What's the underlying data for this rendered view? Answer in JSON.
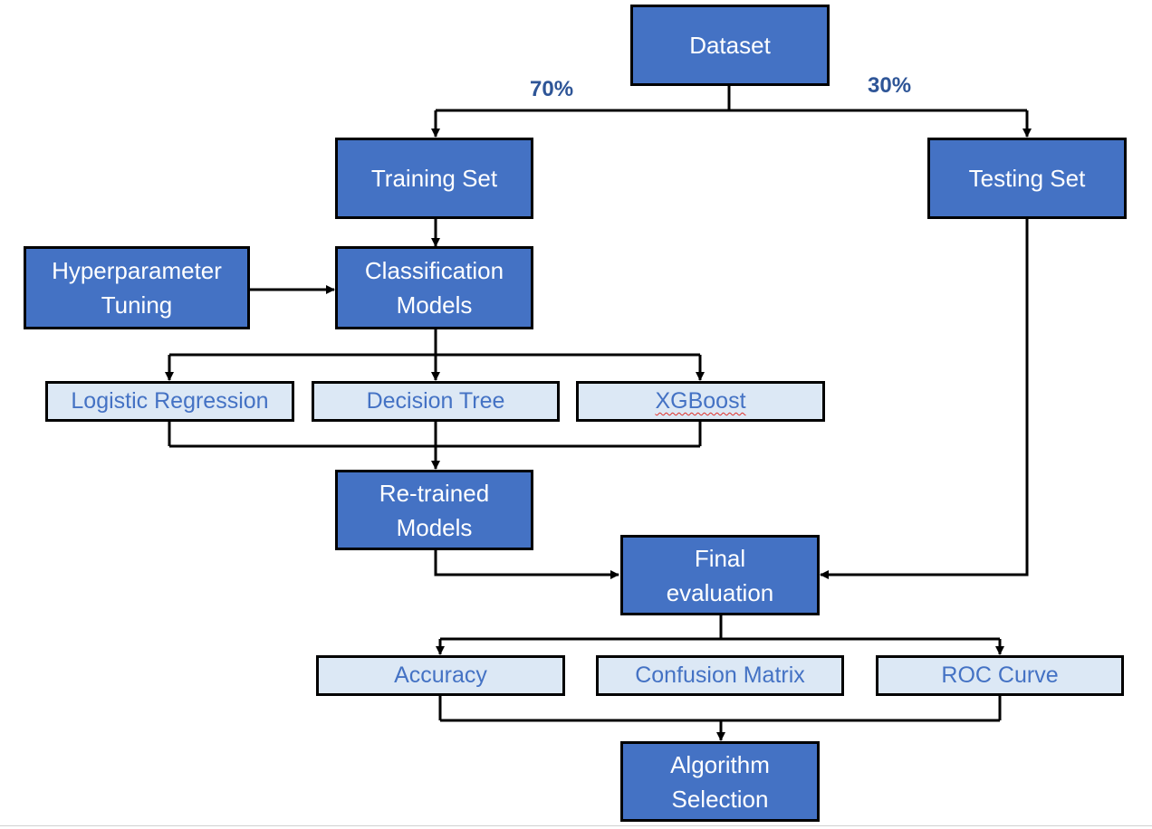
{
  "nodes": {
    "dataset": "Dataset",
    "training_set": "Training Set",
    "testing_set": "Testing Set",
    "hyperparameter_tuning": "Hyperparameter\nTuning",
    "classification_models": "Classification\nModels",
    "logistic_regression": "Logistic Regression",
    "decision_tree": "Decision Tree",
    "xgboost": "XGBoost",
    "retrained_models": "Re-trained\nModels",
    "final_evaluation": "Final\nevaluation",
    "accuracy": "Accuracy",
    "confusion_matrix": "Confusion Matrix",
    "roc_curve": "ROC Curve",
    "algorithm_selection": "Algorithm\nSelection"
  },
  "split_labels": {
    "train": "70%",
    "test": "30%"
  },
  "colors": {
    "dark_box": "#4472c4",
    "light_box": "#dce8f5",
    "light_text": "#4472c4",
    "percent_text": "#2e5597",
    "lines": "#000000"
  }
}
